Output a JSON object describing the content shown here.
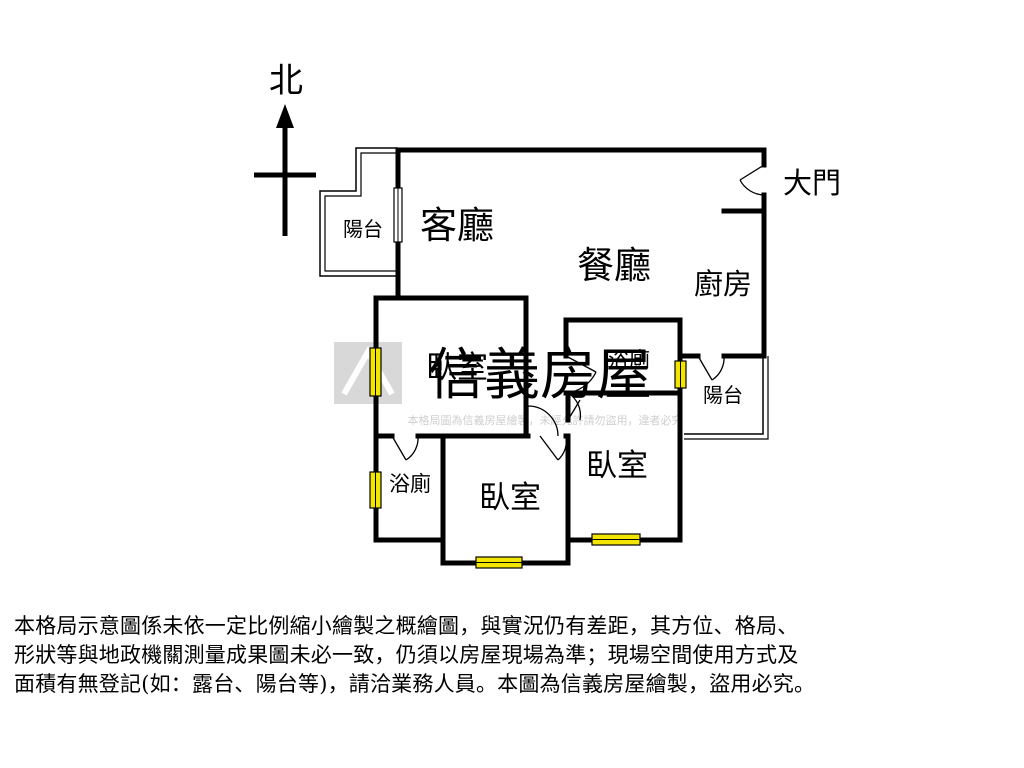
{
  "compass": {
    "north_label": "北"
  },
  "rooms": {
    "living_room": "客廳",
    "dining_room": "餐廳",
    "kitchen": "廚房",
    "entrance": "大門",
    "balcony_west": "陽台",
    "balcony_east": "陽台",
    "bedroom_1": "臥室",
    "bedroom_2": "臥室",
    "bedroom_3": "臥室",
    "bathroom_1": "浴廁",
    "bathroom_2": "浴廁"
  },
  "watermark": {
    "brand": "信義房屋",
    "notice": "本格局圖為信義房屋繪製，未經允許請勿盜用，違者必究"
  },
  "disclaimer": {
    "line1": "本格局示意圖係未依一定比例縮小繪製之概繪圖，與實況仍有差距，其方位、格局、",
    "line2": "形狀等與地政機關測量成果圖未必一致，仍須以房屋現場為準；現場空間使用方式及",
    "line3": "面積有無登記(如：露台、陽台等)，請洽業務人員。本圖為信義房屋繪製，盜用必究。"
  },
  "colors": {
    "wall": "#000000",
    "window_fill": "#f2e600",
    "watermark": "#d8d8d8"
  }
}
